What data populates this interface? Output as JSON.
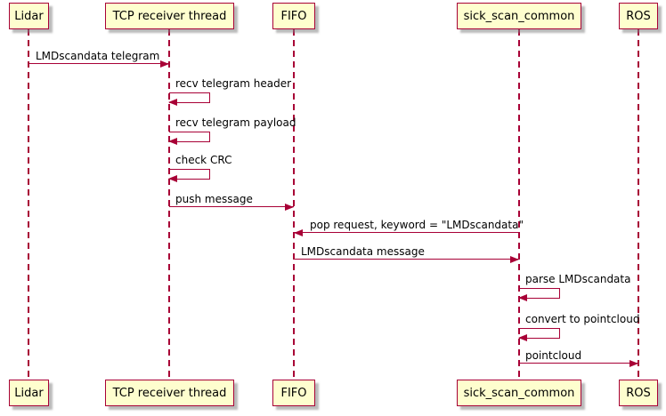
{
  "diagram": {
    "type": "sequence-diagram",
    "colors": {
      "participant_fill": "#FEFECE",
      "participant_border": "#A80036",
      "line": "#A80036",
      "text": "#000000",
      "background": "#FFFFFF"
    },
    "participants": [
      {
        "id": "lidar",
        "label": "Lidar"
      },
      {
        "id": "tcp-receiver-thread",
        "label": "TCP receiver thread"
      },
      {
        "id": "fifo",
        "label": "FIFO"
      },
      {
        "id": "sick-scan-common",
        "label": "sick_scan_common"
      },
      {
        "id": "ros",
        "label": "ROS"
      }
    ],
    "messages": [
      {
        "from": "lidar",
        "to": "tcp-receiver-thread",
        "type": "arrow",
        "direction": "right",
        "label": "LMDscandata telegram"
      },
      {
        "from": "tcp-receiver-thread",
        "to": "tcp-receiver-thread",
        "type": "self",
        "label": "recv telegram header"
      },
      {
        "from": "tcp-receiver-thread",
        "to": "tcp-receiver-thread",
        "type": "self",
        "label": "recv telegram payload"
      },
      {
        "from": "tcp-receiver-thread",
        "to": "tcp-receiver-thread",
        "type": "self",
        "label": "check CRC"
      },
      {
        "from": "tcp-receiver-thread",
        "to": "fifo",
        "type": "arrow",
        "direction": "right",
        "label": "push message"
      },
      {
        "from": "sick-scan-common",
        "to": "fifo",
        "type": "arrow",
        "direction": "left",
        "label": "pop request, keyword = \"LMDscandata\""
      },
      {
        "from": "fifo",
        "to": "sick-scan-common",
        "type": "arrow",
        "direction": "right",
        "label": "LMDscandata message"
      },
      {
        "from": "sick-scan-common",
        "to": "sick-scan-common",
        "type": "self",
        "label": "parse LMDscandata"
      },
      {
        "from": "sick-scan-common",
        "to": "sick-scan-common",
        "type": "self",
        "label": "convert to pointcloud"
      },
      {
        "from": "sick-scan-common",
        "to": "ros",
        "type": "arrow",
        "direction": "right",
        "label": "pointcloud"
      }
    ]
  }
}
